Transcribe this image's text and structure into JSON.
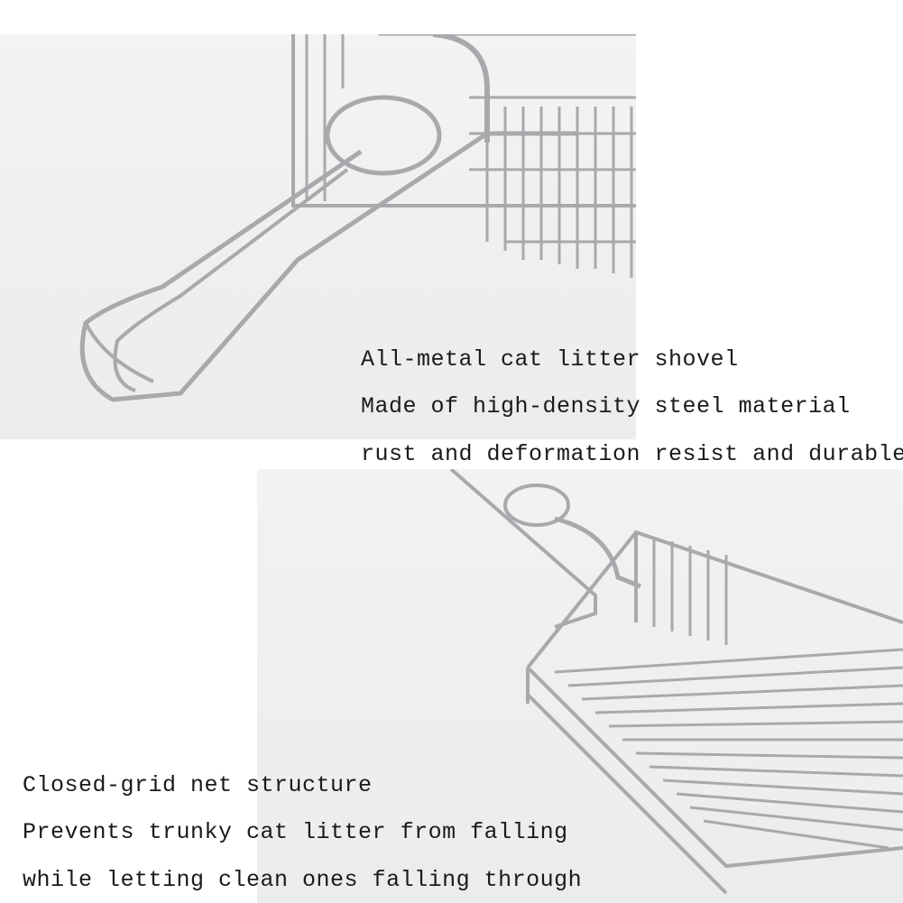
{
  "top_caption": {
    "lines": [
      "All-metal cat litter shovel",
      "Made of high-density steel material",
      "rust and deformation resist and durable"
    ]
  },
  "bottom_caption": {
    "lines": [
      "Closed-grid net structure",
      "Prevents trunky cat litter from falling",
      "while letting clean ones falling through"
    ]
  }
}
